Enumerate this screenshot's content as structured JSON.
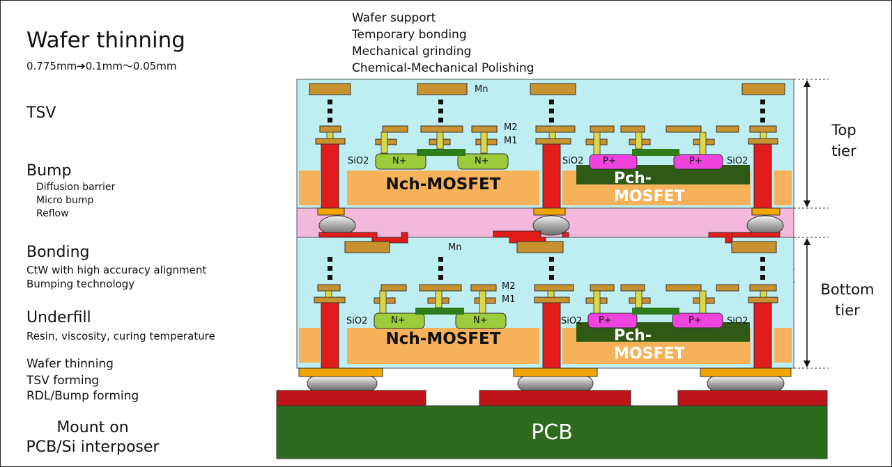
{
  "left": {
    "title": "Wafer thinning",
    "thickness": "0.775mm➔0.1mm～0.05mm",
    "tsv": "TSV",
    "bump": "Bump",
    "bump_items": [
      "Diffusion barrier",
      "Micro bump",
      "Reflow"
    ],
    "bonding": "Bonding",
    "bonding_items": [
      "CtW with high accuracy alignment",
      "Bumping technology"
    ],
    "underfill": "Underfill",
    "underfill_desc": "Resin, viscosity, curing temperature",
    "steps": [
      "Wafer thinning",
      "TSV forming",
      "RDL/Bump forming"
    ],
    "mount": [
      "Mount on",
      "PCB/Si interposer"
    ]
  },
  "top_process": [
    "Wafer support",
    "Temporary bonding",
    "Mechanical grinding",
    "Chemical-Mechanical Polishing"
  ],
  "labels": {
    "mn": "Mn",
    "m2": "M2",
    "m1": "M1",
    "sio2": "SiO2",
    "nplus": "N+",
    "pplus": "P+",
    "nch": "Nch-MOSFET",
    "pch1": "Pch-",
    "pch2": "MOSFET",
    "pcb": "PCB"
  },
  "tiers": {
    "top": [
      "Top",
      "tier"
    ],
    "bottom": [
      "Bottom",
      "tier"
    ]
  },
  "colors": {
    "substrate": "#bfeef2",
    "underfill": "#f4b8dc",
    "well": "#f6b25a",
    "tsv": "#e21b1b",
    "metal": "#c8922e",
    "via": "#d8d84a",
    "n_diff": "#9ccc3c",
    "p_diff": "#ee44dd",
    "gate": "#2f7d1a",
    "pch_well": "#2f5a15",
    "pcb": "#2f6b1e",
    "pcb_pad": "#c0141b",
    "bump_pad": "#f2a400",
    "bump": "#b9b9b9"
  }
}
